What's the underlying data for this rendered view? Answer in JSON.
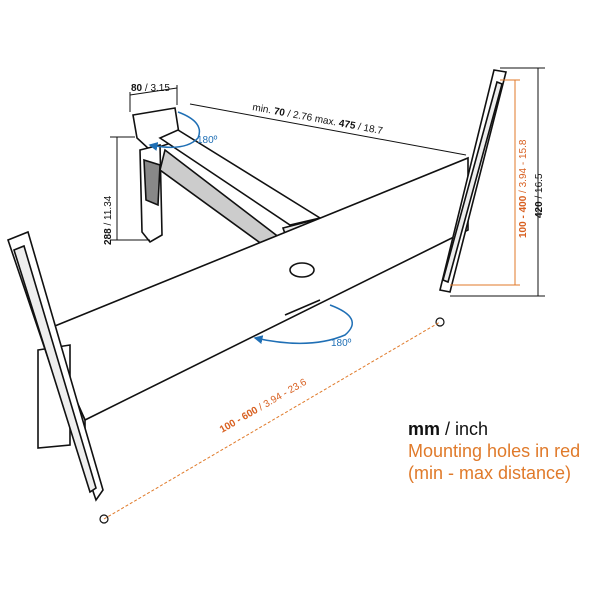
{
  "dimensions": {
    "bracket_width": {
      "mm": "80",
      "inch": "3.15"
    },
    "arm_height": {
      "mm": "288",
      "inch": "11.34"
    },
    "extension": {
      "prefix": "min.",
      "min_mm": "70",
      "min_inch": "2.76",
      "max_prefix": "max.",
      "max_mm": "475",
      "max_inch": "18.7"
    },
    "total_height": {
      "mm": "420",
      "inch": "16.5"
    },
    "vertical_holes": {
      "mm": "100 - 400",
      "inch": "3.94 - 15.8"
    },
    "horizontal_holes": {
      "mm": "100 - 600",
      "inch": "3.94 - 23.6"
    },
    "rotation_top": "180º",
    "rotation_bottom": "180º"
  },
  "legend": {
    "units_mm": "mm",
    "units_sep": " / inch",
    "line2": "Mounting holes in red",
    "line3": "(min - max distance)"
  },
  "colors": {
    "red": "#e07a2a",
    "blue": "#1f6fb5",
    "line": "#111111"
  }
}
